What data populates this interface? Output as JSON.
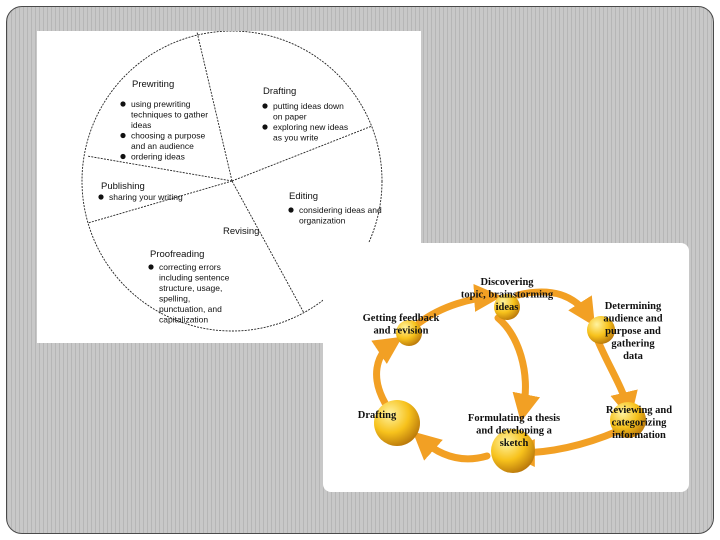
{
  "pie_diagram": {
    "sections": {
      "prewriting": {
        "title": "Prewriting",
        "items": [
          [
            "using prewriting",
            "techniques to gather",
            "ideas"
          ],
          [
            "choosing a purpose",
            "and an audience"
          ],
          [
            "ordering ideas"
          ]
        ]
      },
      "drafting": {
        "title": "Drafting",
        "items": [
          [
            "putting ideas down",
            "on paper"
          ],
          [
            "exploring new ideas",
            "as you write"
          ]
        ]
      },
      "editing": {
        "title": "Editing",
        "items": [
          [
            "considering ideas and",
            "organization"
          ]
        ]
      },
      "revising": {
        "title": "Revising",
        "items": []
      },
      "proofreading": {
        "title": "Proofreading",
        "items": [
          [
            "correcting errors",
            "including sentence",
            "structure, usage,",
            "spelling,",
            "punctuation, and",
            "capitalization"
          ]
        ]
      },
      "publishing": {
        "title": "Publishing",
        "items": [
          [
            "sharing your writing"
          ]
        ]
      }
    }
  },
  "cycle_diagram": {
    "colors": {
      "arrow": "#f2a024",
      "ball_light": "#fff3a0",
      "ball_mid": "#f7c21c",
      "ball_dark": "#b8760a"
    },
    "nodes": {
      "discovering": [
        "Discovering",
        "topic, brainstorming",
        "ideas"
      ],
      "determining": [
        "Determining",
        "audience and",
        "purpose and",
        "gathering",
        "data"
      ],
      "reviewing": [
        "Reviewing and",
        "categorizing",
        "information"
      ],
      "formulating": [
        "Formulating a thesis",
        "and developing a",
        "sketch"
      ],
      "drafting": [
        "Drafting"
      ],
      "feedback": [
        "Getting feedback",
        "and revision"
      ]
    }
  }
}
